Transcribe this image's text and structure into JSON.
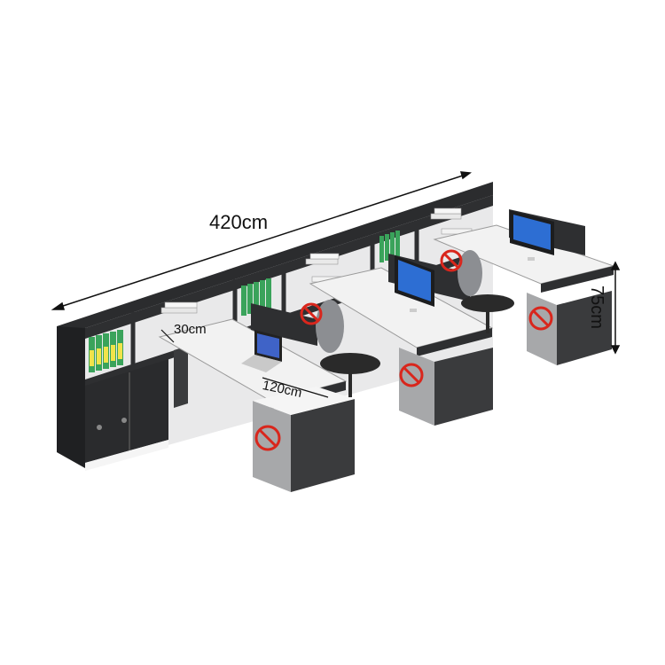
{
  "dimensions": {
    "overall_width": "420cm",
    "cabinet_depth": "30cm",
    "desk_width": "120cm",
    "height": "75cm"
  },
  "colors": {
    "cabinet_dark": "#2e2f31",
    "desk_top": "#f2f2f2",
    "pedestal": "#3a3b3d",
    "binder_green": "#3aa35b",
    "prohibit_red": "#d9261c"
  },
  "icons": [
    "prohibition-icon",
    "monitor-icon",
    "laptop-icon",
    "office-chair-icon"
  ]
}
